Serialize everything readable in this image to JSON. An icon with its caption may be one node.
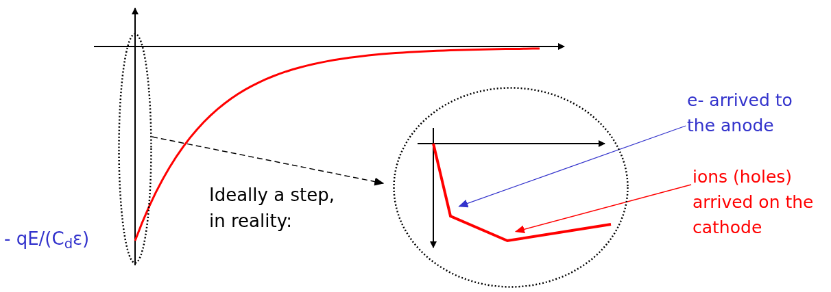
{
  "diagram": {
    "nodes": [
      {
        "text": [],
        "shape": "ellipse"
      },
      {
        "text": [],
        "shape": "ellipse"
      },
      {
        "text": [
          "e- arrived to the anode"
        ]
      },
      {
        "text": [
          "ions (holes) arrived on the cathode"
        ]
      }
    ],
    "edges": [
      {
        "from": 0,
        "to": 1,
        "arrow": "to",
        "style": "dashed"
      },
      {
        "from": 2,
        "to": 1,
        "arrow": "to",
        "color": "#3333cc"
      },
      {
        "from": 3,
        "to": 1,
        "arrow": "to",
        "color": "#ff0000"
      }
    ],
    "labels": [
      "- qE/(C$_{d}$ε)",
      "Ideally a step, in reality:"
    ]
  }
}
